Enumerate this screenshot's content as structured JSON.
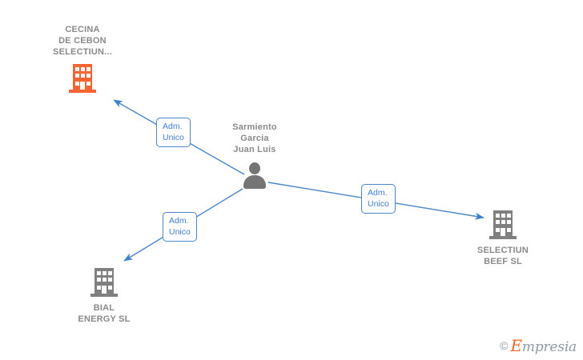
{
  "graph": {
    "background_color": "#ffffff",
    "edge_color": "#4a86c8",
    "company_color": "#8a8a8a",
    "highlight_company_color": "#f96332",
    "person_color": "#757575",
    "nodes": [
      {
        "id": "cecina",
        "label": "CECINA\nDE CEBON\nSELECTIUN...",
        "icon": "building-icon",
        "type": "company",
        "color": "#f96332",
        "label_position": "above"
      },
      {
        "id": "sarmiento",
        "label": "Sarmiento\nGarcia\nJuan Luis",
        "icon": "person-icon",
        "type": "person",
        "color": "#757575",
        "label_position": "above"
      },
      {
        "id": "selectiun-beef",
        "label": "SELECTIUN\nBEEF  SL",
        "icon": "building-icon",
        "type": "company",
        "color": "#808080",
        "label_position": "below"
      },
      {
        "id": "bial-energy",
        "label": "BIAL\nENERGY SL",
        "icon": "building-icon",
        "type": "company",
        "color": "#808080",
        "label_position": "below"
      }
    ],
    "edges": [
      {
        "id": "edge-cecina",
        "from": "sarmiento",
        "to": "cecina",
        "label": "Adm.\nUnico",
        "arrow": "to"
      },
      {
        "id": "edge-selectiun-beef",
        "from": "sarmiento",
        "to": "selectiun-beef",
        "label": "Adm.\nUnico",
        "arrow": "to"
      },
      {
        "id": "edge-bial-energy",
        "from": "sarmiento",
        "to": "bial-energy",
        "label": "Adm.\nUnico",
        "arrow": "to"
      }
    ]
  },
  "watermark": {
    "copyright": "©",
    "brand_initial": "E",
    "brand_rest": "mpresia"
  }
}
